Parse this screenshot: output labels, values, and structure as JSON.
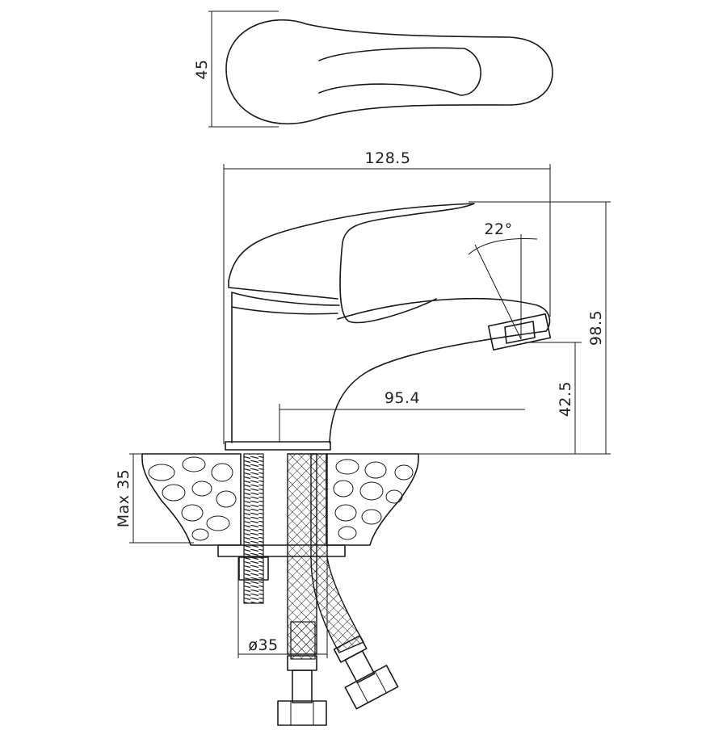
{
  "dimensions": {
    "handle_width": "45",
    "overall_length": "128.5",
    "overall_height": "98.5",
    "spout_height": "42.5",
    "spout_reach": "95.4",
    "angle": "22°",
    "max_deck_thickness": "Max 35",
    "hole_diameter": "ø35"
  },
  "colors": {
    "line": "#1a1a1a",
    "background": "#ffffff"
  }
}
